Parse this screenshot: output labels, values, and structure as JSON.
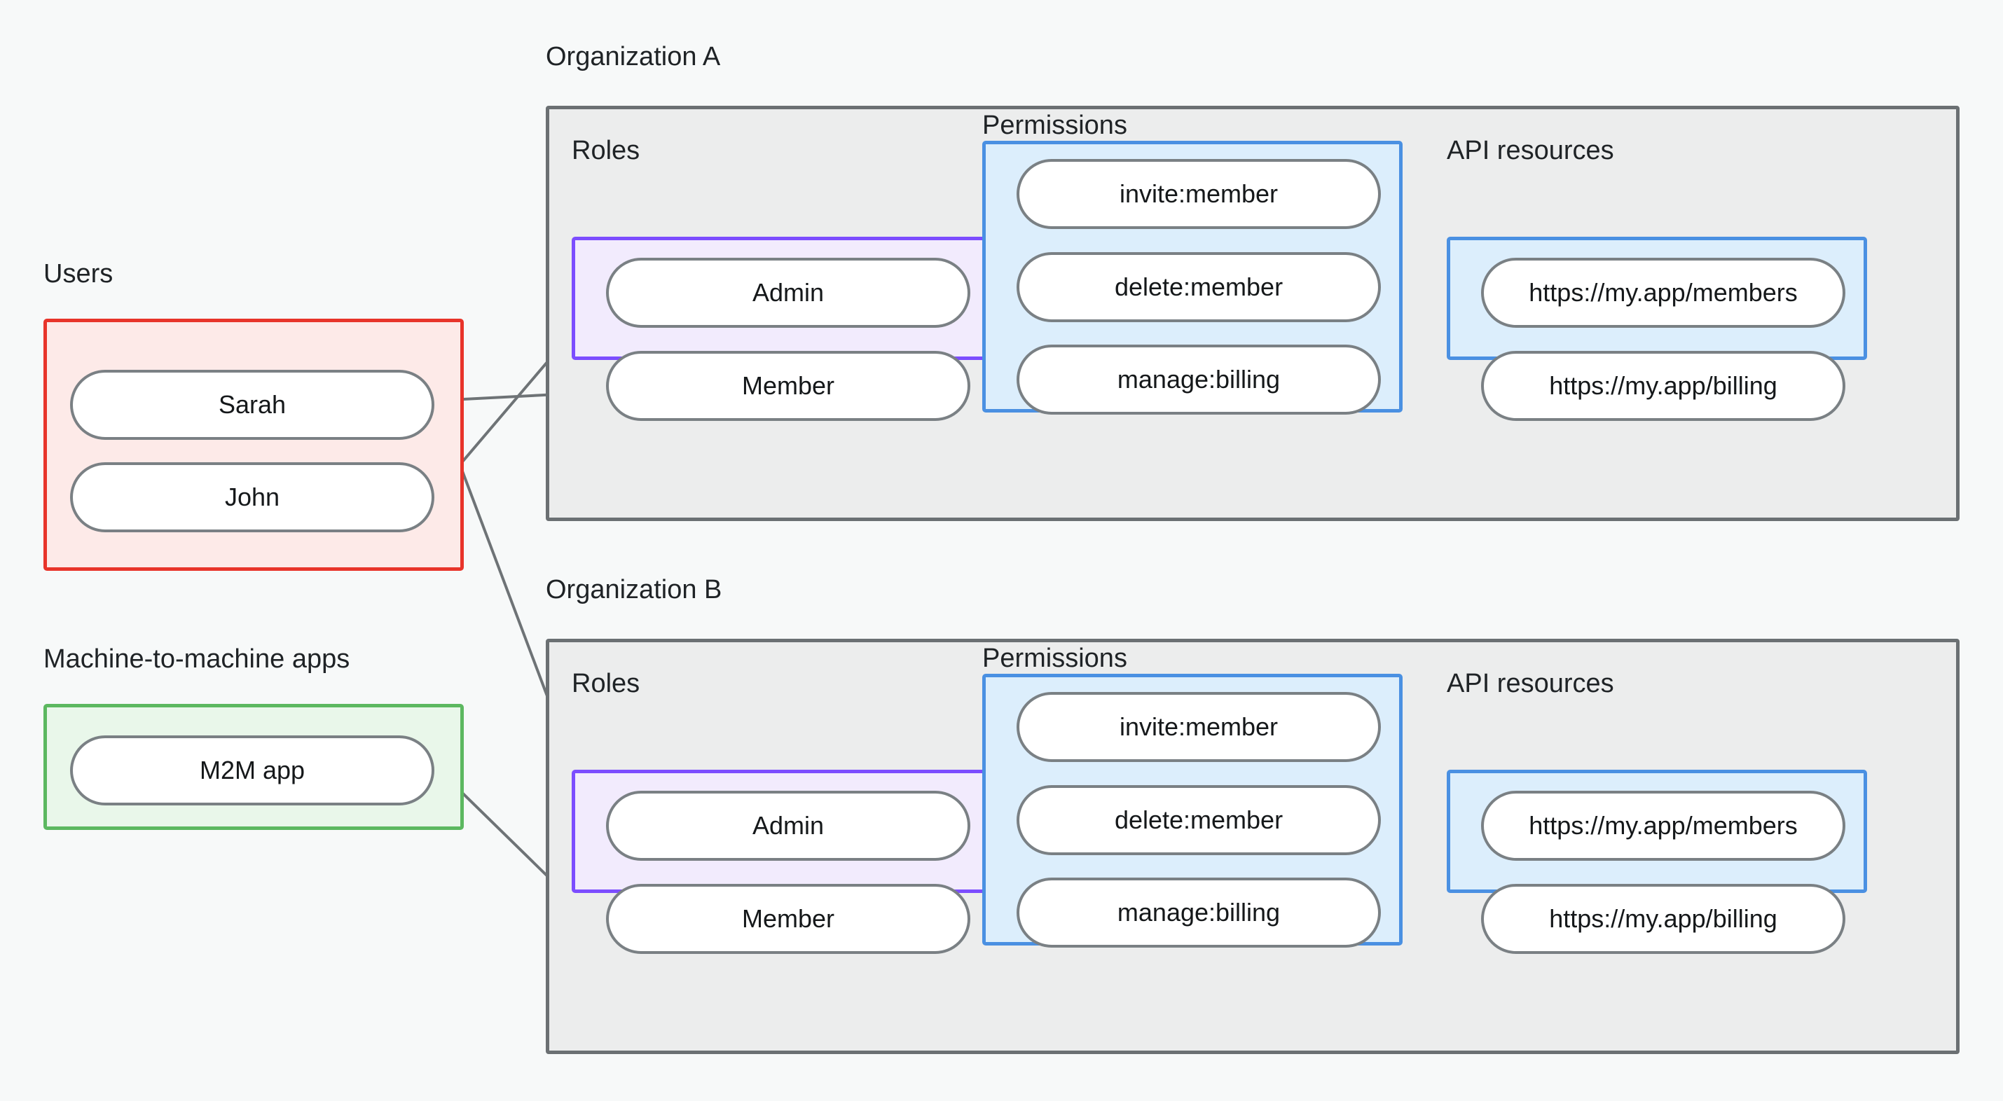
{
  "background_color": "#f7f9f9",
  "palette": {
    "users_border": "#e8342a",
    "users_fill": "#fdeae8",
    "m2m_border": "#5cb860",
    "m2m_fill": "#e9f7ea",
    "roles_border": "#7c4dff",
    "roles_fill": "#f2ebfd",
    "blue_border": "#4a90e2",
    "blue_fill": "#dceefc",
    "org_border": "#6b7073",
    "org_fill": "#eceded",
    "pill_border": "#7a8084",
    "pill_fill": "#ffffff",
    "edge_stroke": "#6e7376",
    "text": "#15181a"
  },
  "left_column": {
    "users": {
      "caption": "Users",
      "items": [
        {
          "label": "Sarah"
        },
        {
          "label": "John"
        }
      ]
    },
    "m2m": {
      "caption": "Machine-to-machine apps",
      "items": [
        {
          "label": "M2M app"
        }
      ]
    }
  },
  "organizations": [
    {
      "caption": "Organization A",
      "roles": {
        "caption": "Roles",
        "items": [
          {
            "label": "Admin"
          },
          {
            "label": "Member"
          }
        ]
      },
      "permissions": {
        "caption": "Permissions",
        "items": [
          {
            "label": "invite:member"
          },
          {
            "label": "delete:member"
          },
          {
            "label": "manage:billing"
          }
        ]
      },
      "api_resources": {
        "caption": "API resources",
        "items": [
          {
            "label": "https://my.app/members"
          },
          {
            "label": "https://my.app/billing"
          }
        ]
      }
    },
    {
      "caption": "Organization B",
      "roles": {
        "caption": "Roles",
        "items": [
          {
            "label": "Admin"
          },
          {
            "label": "Member"
          }
        ]
      },
      "permissions": {
        "caption": "Permissions",
        "items": [
          {
            "label": "invite:member"
          },
          {
            "label": "delete:member"
          },
          {
            "label": "manage:billing"
          }
        ]
      },
      "api_resources": {
        "caption": "API resources",
        "items": [
          {
            "label": "https://my.app/members"
          },
          {
            "label": "https://my.app/billing"
          }
        ]
      }
    }
  ],
  "connections": [
    {
      "from": "Sarah",
      "to": "Organization A / Member"
    },
    {
      "from": "Sarah",
      "to": "Organization B / Admin"
    },
    {
      "from": "John",
      "to": "Organization A / Admin"
    },
    {
      "from": "M2M app",
      "to": "Organization B / Member"
    },
    {
      "from": "Organization A / Admin",
      "to": "Organization A / invite:member"
    },
    {
      "from": "Organization A / Admin",
      "to": "Organization A / delete:member"
    },
    {
      "from": "Organization A / Member",
      "to": "Organization A / manage:billing"
    },
    {
      "from": "Organization A / invite:member",
      "to": "Organization A / https://my.app/members"
    },
    {
      "from": "Organization A / delete:member",
      "to": "Organization A / https://my.app/members"
    },
    {
      "from": "Organization A / manage:billing",
      "to": "Organization A / https://my.app/billing"
    },
    {
      "from": "Organization B / Admin",
      "to": "Organization B / invite:member"
    },
    {
      "from": "Organization B / Admin",
      "to": "Organization B / delete:member"
    },
    {
      "from": "Organization B / Member",
      "to": "Organization B / manage:billing"
    },
    {
      "from": "Organization B / invite:member",
      "to": "Organization B / https://my.app/members"
    },
    {
      "from": "Organization B / delete:member",
      "to": "Organization B / https://my.app/members"
    },
    {
      "from": "Organization B / manage:billing",
      "to": "Organization B / https://my.app/billing"
    }
  ]
}
